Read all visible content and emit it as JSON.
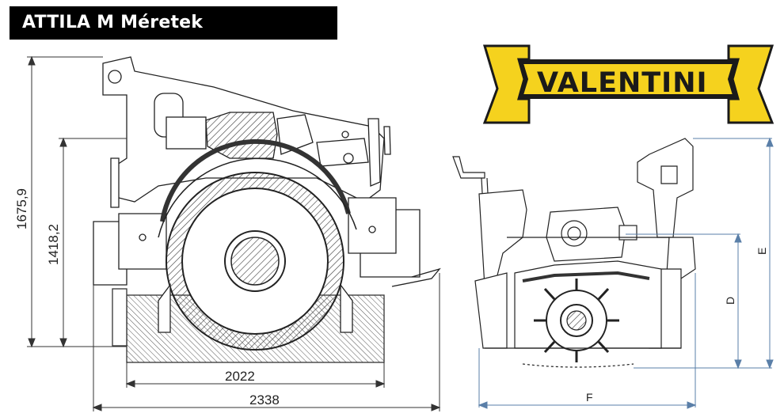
{
  "title": "ATTILA M Méretek",
  "brand": {
    "name": "VALENTINI",
    "color_yellow": "#f5d21e",
    "color_dark": "#1a1a1a"
  },
  "dimensions_left": {
    "height_total": "1675,9",
    "height_inner": "1418,2",
    "width_inner": "2022",
    "width_total": "2338"
  },
  "dimensions_right": {
    "e_label": "E",
    "d_label": "D",
    "f_label": "F"
  },
  "colors": {
    "line": "#222222",
    "dim_blue": "#5a7fa8",
    "hatch": "#555555"
  }
}
